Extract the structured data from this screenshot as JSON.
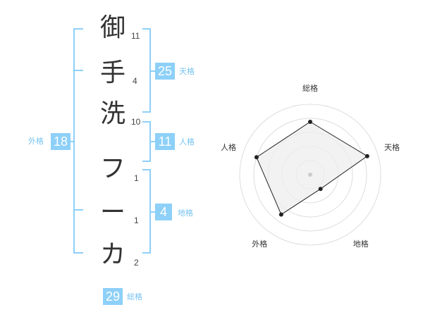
{
  "name_chars": [
    {
      "char": "御",
      "strokes": "11"
    },
    {
      "char": "手",
      "strokes": "4"
    },
    {
      "char": "洗",
      "strokes": "10"
    },
    {
      "char": "フ",
      "strokes": "1"
    },
    {
      "char": "ー",
      "strokes": "1"
    },
    {
      "char": "カ",
      "strokes": "2"
    }
  ],
  "kakusu": {
    "tenkaku": {
      "label": "天格",
      "value": "25"
    },
    "jinkaku": {
      "label": "人格",
      "value": "11"
    },
    "chikaku": {
      "label": "地格",
      "value": "4"
    },
    "gaikaku": {
      "label": "外格",
      "value": "18"
    },
    "soukaku": {
      "label": "総格",
      "value": "29"
    }
  },
  "colors": {
    "accent": "#8dd0f8",
    "accent_text": "#76c3f0",
    "radar_fill": "#eeeeee",
    "radar_line": "#222222"
  },
  "chart_data": {
    "type": "radar",
    "axes": [
      "総格",
      "天格",
      "地格",
      "外格",
      "人格"
    ],
    "values": [
      0.75,
      0.85,
      0.25,
      0.7,
      0.8
    ],
    "rmax": 1,
    "rings": 5,
    "grid": true
  }
}
